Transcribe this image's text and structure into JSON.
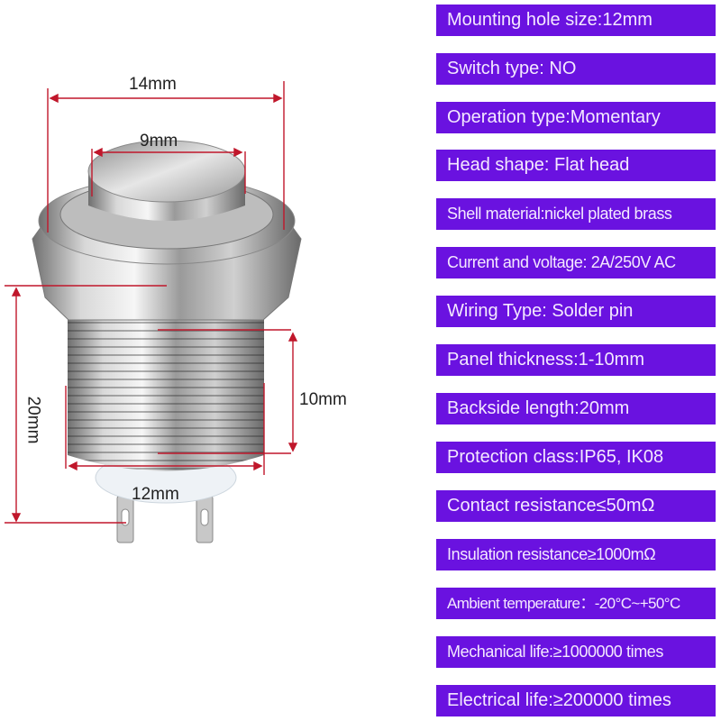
{
  "dimensions": {
    "overall_width": "14mm",
    "button_diameter": "9mm",
    "backside_length": "20mm",
    "thread_length": "10mm",
    "thread_diameter": "12mm"
  },
  "colors": {
    "spec_background": "#6a12e0",
    "spec_text": "#f4e8ff",
    "dimension_line": "#c0172b"
  },
  "specs": [
    "Mounting hole size:12mm",
    "Switch type: NO",
    "Operation type:Momentary",
    "Head shape: Flat head",
    "Shell material:nickel plated brass",
    "Current and voltage: 2A/250V AC",
    "Wiring Type: Solder pin",
    "Panel thickness:1-10mm",
    "Backside length:20mm",
    "Protection class:IP65, IK08",
    "Contact resistance≤50mΩ",
    "Insulation resistance≥1000mΩ",
    "Ambient temperature：-20°C~+50°C",
    "Mechanical life:≥1000000 times",
    "Electrical life:≥200000 times"
  ]
}
